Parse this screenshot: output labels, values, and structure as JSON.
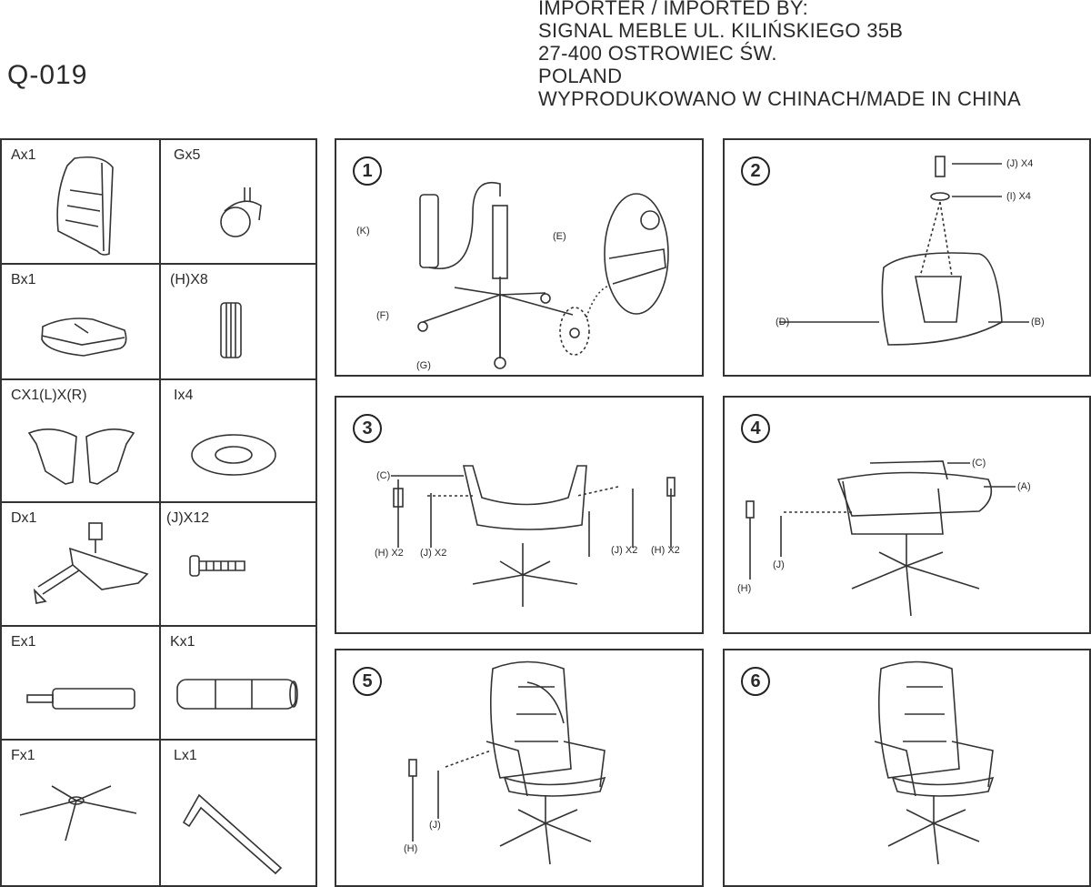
{
  "header": {
    "model": "Q-019",
    "importer_lines": [
      "IMPORTER / IMPORTED BY:",
      "SIGNAL MEBLE  UL. KILIŃSKIEGO 35B",
      "27-400 OSTROWIEC ŚW.",
      "POLAND",
      "WYPRODUKOWANO W CHINACH/MADE IN CHINA"
    ]
  },
  "parts": [
    {
      "label": "Ax1",
      "icon": "backrest"
    },
    {
      "label": "Gx5",
      "icon": "caster"
    },
    {
      "label": "Bx1",
      "icon": "seat"
    },
    {
      "label": "(H)X8",
      "icon": "cap"
    },
    {
      "label": "CX1(L)X(R)",
      "icon": "armrests"
    },
    {
      "label": "Ix4",
      "icon": "washer"
    },
    {
      "label": "Dx1",
      "icon": "mechanism"
    },
    {
      "label": "(J)X12",
      "icon": "bolt"
    },
    {
      "label": "Ex1",
      "icon": "gas-lift"
    },
    {
      "label": "Kx1",
      "icon": "cover"
    },
    {
      "label": "Fx1",
      "icon": "base"
    },
    {
      "label": "Lx1",
      "icon": "allen-key"
    }
  ],
  "steps": [
    {
      "number": "1",
      "labels": [
        "(K)",
        "(E)",
        "(F)",
        "(G)"
      ]
    },
    {
      "number": "2",
      "labels": [
        "(J) X4",
        "(I) X4",
        "(D)",
        "(B)"
      ]
    },
    {
      "number": "3",
      "labels": [
        "(C)",
        "(H) X2",
        "(J) X2",
        "(J) X2",
        "(H) X2"
      ]
    },
    {
      "number": "4",
      "labels": [
        "(C)",
        "(A)",
        "(J)",
        "(H)"
      ]
    },
    {
      "number": "5",
      "labels": [
        "(J)",
        "(H)"
      ]
    },
    {
      "number": "6",
      "labels": []
    }
  ]
}
